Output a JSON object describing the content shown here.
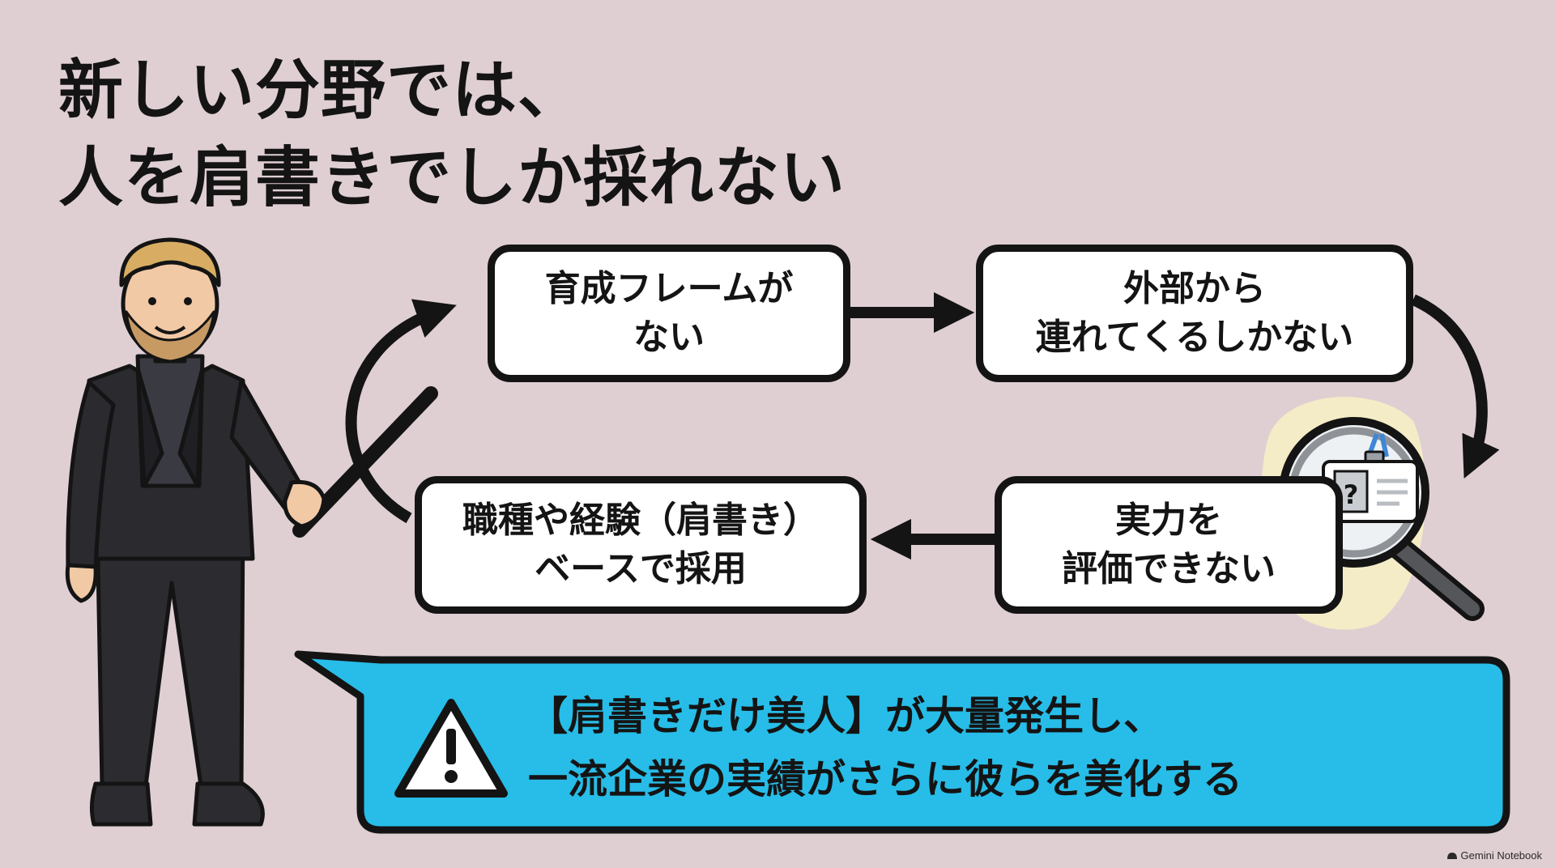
{
  "title": {
    "line1": "新しい分野では、",
    "line2": "人を肩書きでしか採れない"
  },
  "cycle": {
    "box1": {
      "line1": "育成フレームが",
      "line2": "ない"
    },
    "box2": {
      "line1": "外部から",
      "line2": "連れてくるしかない"
    },
    "box3": {
      "line1": "実力を",
      "line2": "評価できない"
    },
    "box4": {
      "line1": "職種や経験（肩書き）",
      "line2": "ベースで採用"
    }
  },
  "callout": {
    "line1": "【肩書きだけ美人】が大量発生し、",
    "line2": "一流企業の実績がさらに彼らを美化する",
    "icon": "warning-icon"
  },
  "illustration": {
    "presenter": "presenter-with-pointer",
    "magnifier": "magnifying-glass-over-id-badge",
    "badge_mark": "?"
  },
  "credit": {
    "text": "Gemini Notebook",
    "icon": "notebook-icon"
  },
  "colors": {
    "background": "#dfcfd3",
    "callout": "#27bde8",
    "outline": "#141414",
    "glow": "#f4ecc6"
  }
}
